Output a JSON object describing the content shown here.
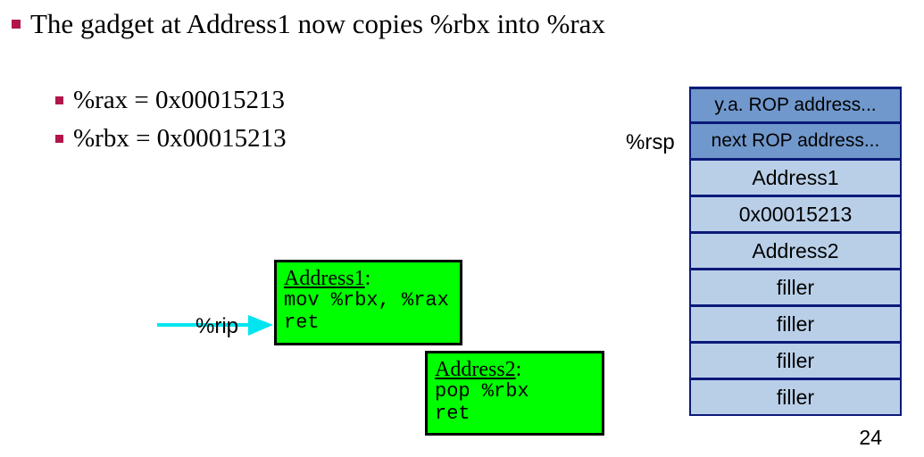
{
  "title": "The gadget at Address1 now copies %rbx into %rax",
  "bullets": [
    "%rax = 0x00015213",
    "%rbx = 0x00015213"
  ],
  "gadget1": {
    "label": "Address1",
    "label_suffix": ":",
    "code": "mov %rbx, %rax\nret"
  },
  "gadget2": {
    "label": "Address2",
    "label_suffix": ":",
    "code": "pop %rbx\nret"
  },
  "rip_label": "%rip",
  "rsp_label": "%rsp",
  "stack": [
    "y.a. ROP address...",
    "next ROP address...",
    "Address1",
    "0x00015213",
    "Address2",
    "filler",
    "filler",
    "filler",
    "filler"
  ],
  "page_number": "24",
  "colors": {
    "gadget_fill": "#00ff00",
    "arrow": "#00e5f0",
    "stack_dark": "#7098cc",
    "stack_light": "#b9cfe8",
    "stack_border": "#0b1a7a",
    "bullet": "#b0164a"
  }
}
